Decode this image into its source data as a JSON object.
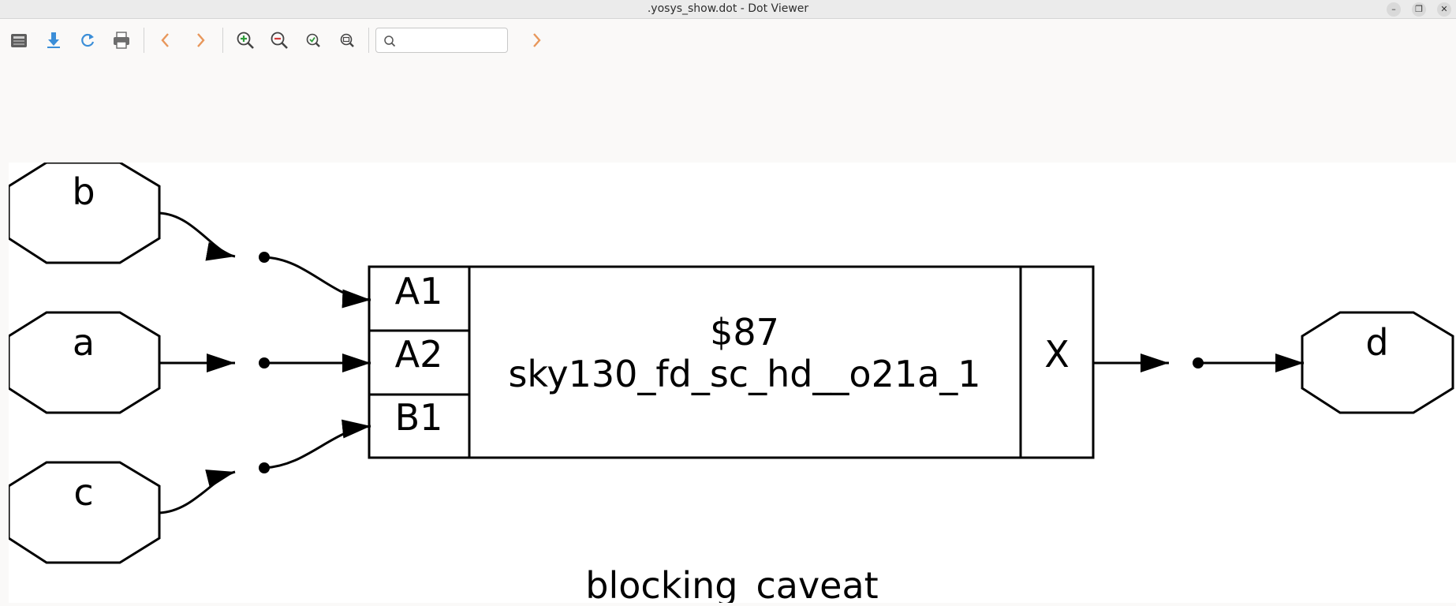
{
  "window": {
    "title": ".yosys_show.dot - Dot Viewer",
    "controls": {
      "minimize": "–",
      "restore": "❐",
      "close": "✕"
    }
  },
  "toolbar": {
    "buttons": [
      "open-icon",
      "save-icon",
      "reload-icon",
      "print-icon",
      "back-icon",
      "forward-icon",
      "zoom-in-icon",
      "zoom-out-icon",
      "zoom-fit-icon",
      "zoom-100-icon",
      "find-next-icon"
    ],
    "search": {
      "value": "",
      "placeholder": ""
    }
  },
  "graph": {
    "inputs": [
      "b",
      "a",
      "c"
    ],
    "output": "d",
    "cell": {
      "id": "$87",
      "type": "sky130_fd_sc_hd__o21a_1",
      "input_ports": [
        "A1",
        "A2",
        "B1"
      ],
      "output_port": "X"
    },
    "module_name": "blocking_caveat"
  },
  "colors": {
    "stroke": "#000000",
    "canvas_bg": "#ffffff",
    "window_bg": "#faf9f8",
    "icon_blue": "#3b8ed8",
    "nav_orange": "#e8975b",
    "zoom_green": "#2e9c3a",
    "zoom_red": "#d33b3b"
  }
}
